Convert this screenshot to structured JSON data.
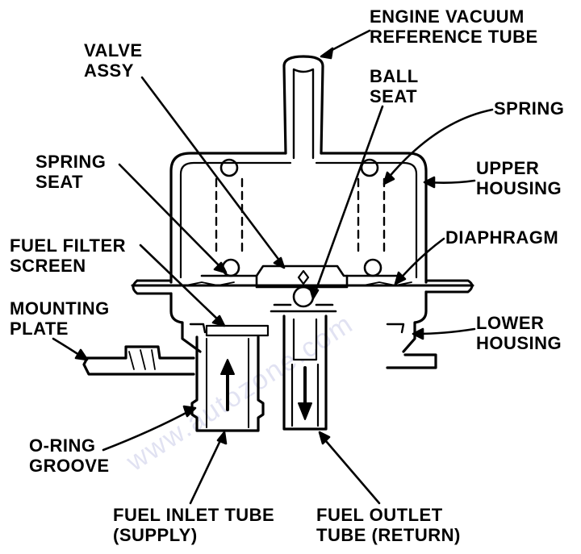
{
  "diagram": {
    "colors": {
      "ink": "#000000",
      "paper": "#ffffff",
      "watermark": "#c9cbe8"
    },
    "watermark": "www.autozone.com",
    "labels": {
      "engine_vacuum": [
        "ENGINE VACUUM",
        "REFERENCE TUBE"
      ],
      "valve_assy": [
        "VALVE",
        "ASSY"
      ],
      "ball_seat": [
        "BALL",
        "SEAT"
      ],
      "spring": [
        "SPRING"
      ],
      "spring_seat": [
        "SPRING",
        "SEAT"
      ],
      "upper_housing": [
        "UPPER",
        "HOUSING"
      ],
      "fuel_filter_screen": [
        "FUEL FILTER",
        "SCREEN"
      ],
      "diaphragm": [
        "DIAPHRAGM"
      ],
      "mounting_plate": [
        "MOUNTING",
        "PLATE"
      ],
      "lower_housing": [
        "LOWER",
        "HOUSING"
      ],
      "o_ring_groove": [
        "O-RING",
        "GROOVE"
      ],
      "fuel_inlet_tube": [
        "FUEL INLET TUBE",
        "(SUPPLY)"
      ],
      "fuel_outlet_tube": [
        "FUEL OUTLET",
        "TUBE (RETURN)"
      ]
    }
  }
}
